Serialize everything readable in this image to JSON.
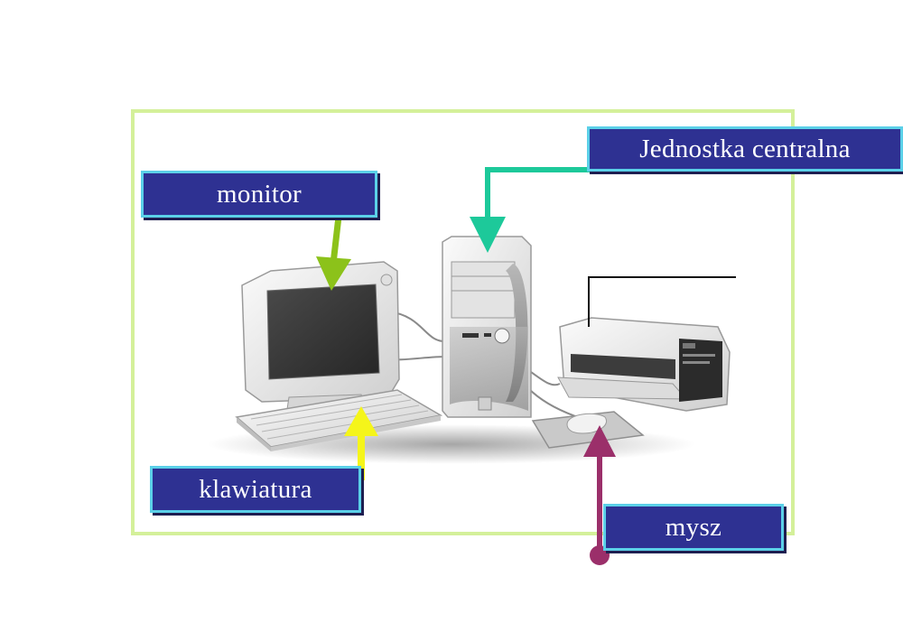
{
  "labels": {
    "monitor": "monitor",
    "central_unit": "Jednostka centralna",
    "keyboard": "klawiatura",
    "mouse": "mysz"
  },
  "colors": {
    "label_fill": "#2e3192",
    "label_border": "#5bd0e8",
    "frame": "#d4f09a",
    "arrow_monitor": "#8cc21a",
    "arrow_central": "#1dc99a",
    "arrow_keyboard": "#f5f51a",
    "arrow_mouse": "#9b2f6a",
    "printer_line": "#111111"
  }
}
